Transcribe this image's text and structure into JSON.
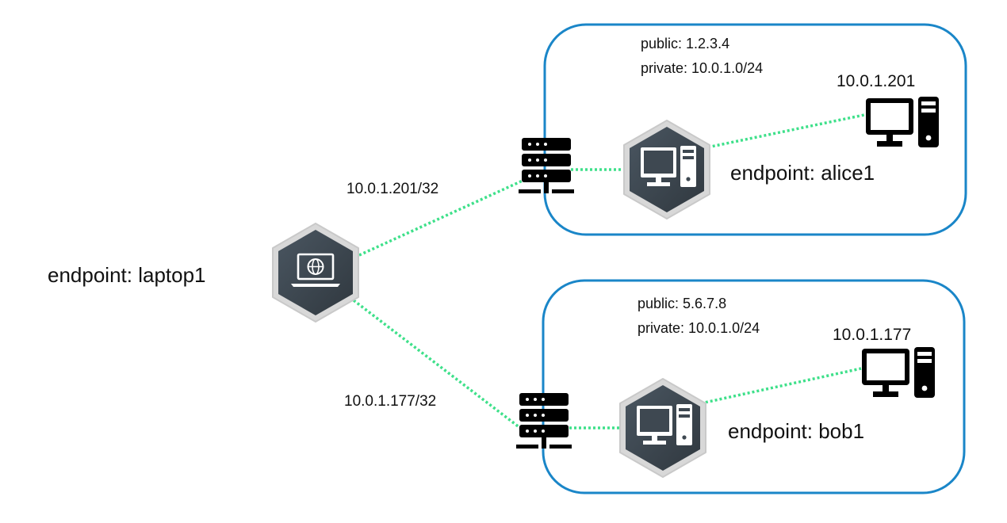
{
  "colors": {
    "background": "#ffffff",
    "zone_border": "#1a86c8",
    "link": "#3ee08a",
    "node_hex_fill": "#3e4851",
    "node_hex_rim": "#d8d8d8",
    "device_icon": "#000000",
    "text": "#111111"
  },
  "nodes": {
    "laptop": {
      "label": "endpoint: laptop1",
      "icon": "laptop-globe-icon"
    },
    "alice": {
      "label": "endpoint: alice1",
      "icon": "desktop-computer-icon"
    },
    "bob": {
      "label": "endpoint: bob1",
      "icon": "desktop-computer-icon"
    }
  },
  "zones": [
    {
      "id": "alice-network",
      "public_label": "public: 1.2.3.4",
      "private_label": "private: 10.0.1.0/24",
      "host_ip": "10.0.1.201",
      "gateway_icon": "server-rack-icon",
      "host_icon": "desktop-computer-icon"
    },
    {
      "id": "bob-network",
      "public_label": "public: 5.6.7.8",
      "private_label": "private: 10.0.1.0/24",
      "host_ip": "10.0.1.177",
      "gateway_icon": "server-rack-icon",
      "host_icon": "desktop-computer-icon"
    }
  ],
  "routes": [
    {
      "from": "laptop1",
      "to": "alice1",
      "label": "10.0.1.201/32"
    },
    {
      "from": "laptop1",
      "to": "bob1",
      "label": "10.0.1.177/32"
    }
  ]
}
